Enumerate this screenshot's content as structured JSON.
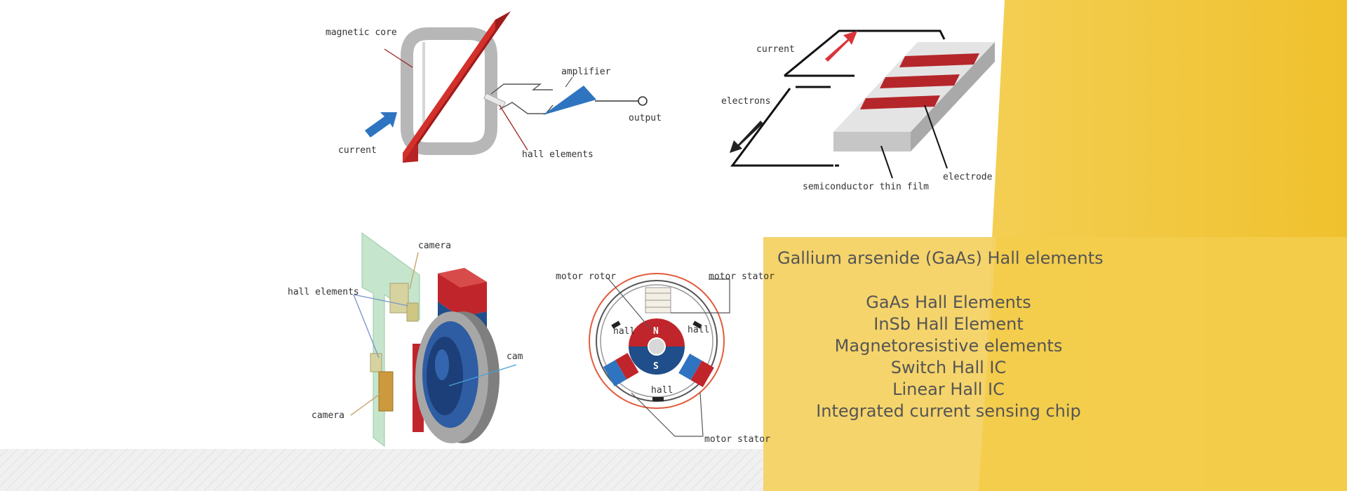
{
  "colors": {
    "yellow": "#f2c53a",
    "yellow_light": "#f6d77a",
    "red": "#cc2b2b",
    "dark_red": "#9e1b1b",
    "blue": "#2f74c0",
    "navy": "#1f4e8a",
    "gray": "#b0b0b0",
    "text": "#555555"
  },
  "diagrams": {
    "core": {
      "magnetic_core": "magnetic core",
      "amplifier": "amplifier",
      "output": "output",
      "current": "current",
      "hall_elements": "hall elements"
    },
    "film": {
      "current": "current",
      "electrons": "electrons",
      "semiconductor_thin_film": "semiconductor thin film",
      "electrode": "electrode"
    },
    "camera": {
      "camera_top": "camera",
      "hall_elements": "hall elements",
      "cam": "cam",
      "camera_bottom": "camera"
    },
    "motor": {
      "motor_rotor": "motor rotor",
      "motor_stator_top": "motor stator",
      "hall_left": "hall",
      "hall_right": "hall",
      "hall_bottom": "hall",
      "north": "N",
      "south": "S",
      "motor_stator_bottom": "motor stator"
    }
  },
  "panel": {
    "title": "Gallium arsenide (GaAs) Hall elements",
    "items": [
      "GaAs Hall Elements",
      "InSb Hall Element",
      "Magnetoresistive elements",
      "Switch Hall IC",
      "Linear Hall IC",
      "Integrated current sensing chip"
    ]
  }
}
